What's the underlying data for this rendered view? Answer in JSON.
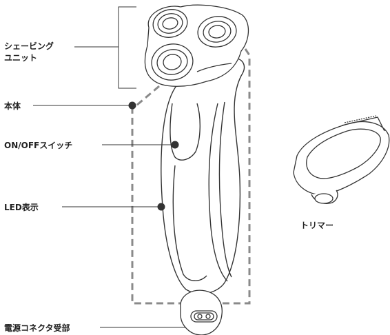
{
  "labels": {
    "shaving_unit_line1": "シェービング",
    "shaving_unit_line2": "ユニット",
    "body": "本体",
    "on_off_switch": "ON/OFFスイッチ",
    "led_display": "LED表示",
    "power_connector": "電源コネクタ受部",
    "trimmer": "トリマー"
  },
  "colors": {
    "outline": "#333333",
    "dashed": "#8a8a8a",
    "leader": "#333333"
  }
}
